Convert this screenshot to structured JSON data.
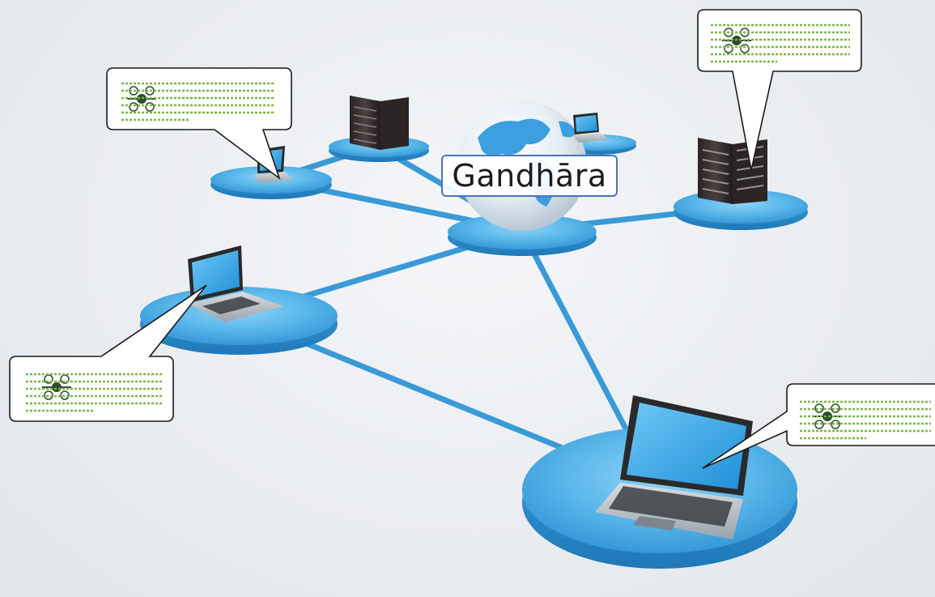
{
  "diagram": {
    "center_label": "Gandhāra",
    "nodes": [
      {
        "id": "hub",
        "kind": "globe"
      },
      {
        "id": "laptop-top-left",
        "kind": "laptop"
      },
      {
        "id": "server-top",
        "kind": "server"
      },
      {
        "id": "laptop-top-right",
        "kind": "laptop"
      },
      {
        "id": "server-right",
        "kind": "server"
      },
      {
        "id": "laptop-left",
        "kind": "laptop"
      },
      {
        "id": "laptop-bottom-right",
        "kind": "laptop"
      }
    ],
    "callouts": [
      {
        "id": "callout-top-left",
        "content": "logo-and-script-text"
      },
      {
        "id": "callout-top-right",
        "content": "logo-and-script-text"
      },
      {
        "id": "callout-left",
        "content": "logo-and-script-text"
      },
      {
        "id": "callout-right",
        "content": "logo-and-script-text"
      }
    ],
    "colors": {
      "platform": "#5bb8ea",
      "platform_edge": "#2f8fcf",
      "link": "#3a9ad8",
      "label_border": "#4a74b8",
      "logo_green": "#7ab648",
      "server_body": "#3a3232"
    }
  }
}
